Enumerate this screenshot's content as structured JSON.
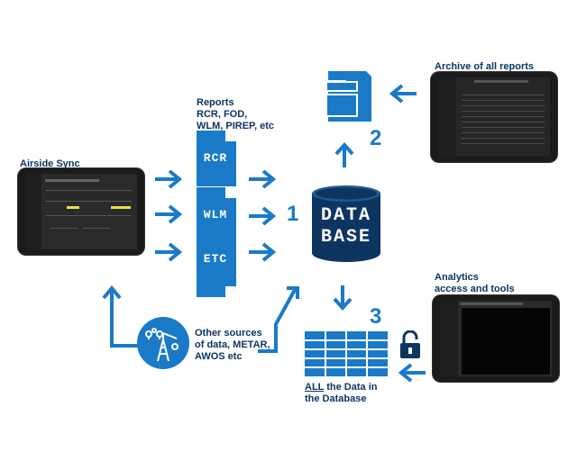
{
  "colors": {
    "accent": "#1a7ac8",
    "text": "#0d3560",
    "db": "#0d3560",
    "tablet": "#1b1b1b"
  },
  "labels": {
    "airside_sync": "Airside Sync",
    "reports_line1": "Reports",
    "reports_line2": "RCR, FOD,",
    "reports_line3": "WLM, PIREP, etc",
    "archive": "Archive of all reports",
    "analytics_line1": "Analytics",
    "analytics_line2": "access and tools",
    "other_line1": "Other sources",
    "other_line2": "of data, METAR,",
    "other_line3": "AWOS etc",
    "all_word": "ALL",
    "all_rest": " the Data in",
    "all_line2": "the Database"
  },
  "documents": [
    "RCR",
    "WLM",
    "ETC"
  ],
  "database": {
    "line1": "DATA",
    "line2": "BASE"
  },
  "steps": [
    "1",
    "2",
    "3"
  ],
  "icons": [
    "tablet-icon",
    "document-icon",
    "database-icon",
    "folder-cabinet-icon",
    "table-icon",
    "padlock-icon",
    "weather-tower-icon"
  ]
}
